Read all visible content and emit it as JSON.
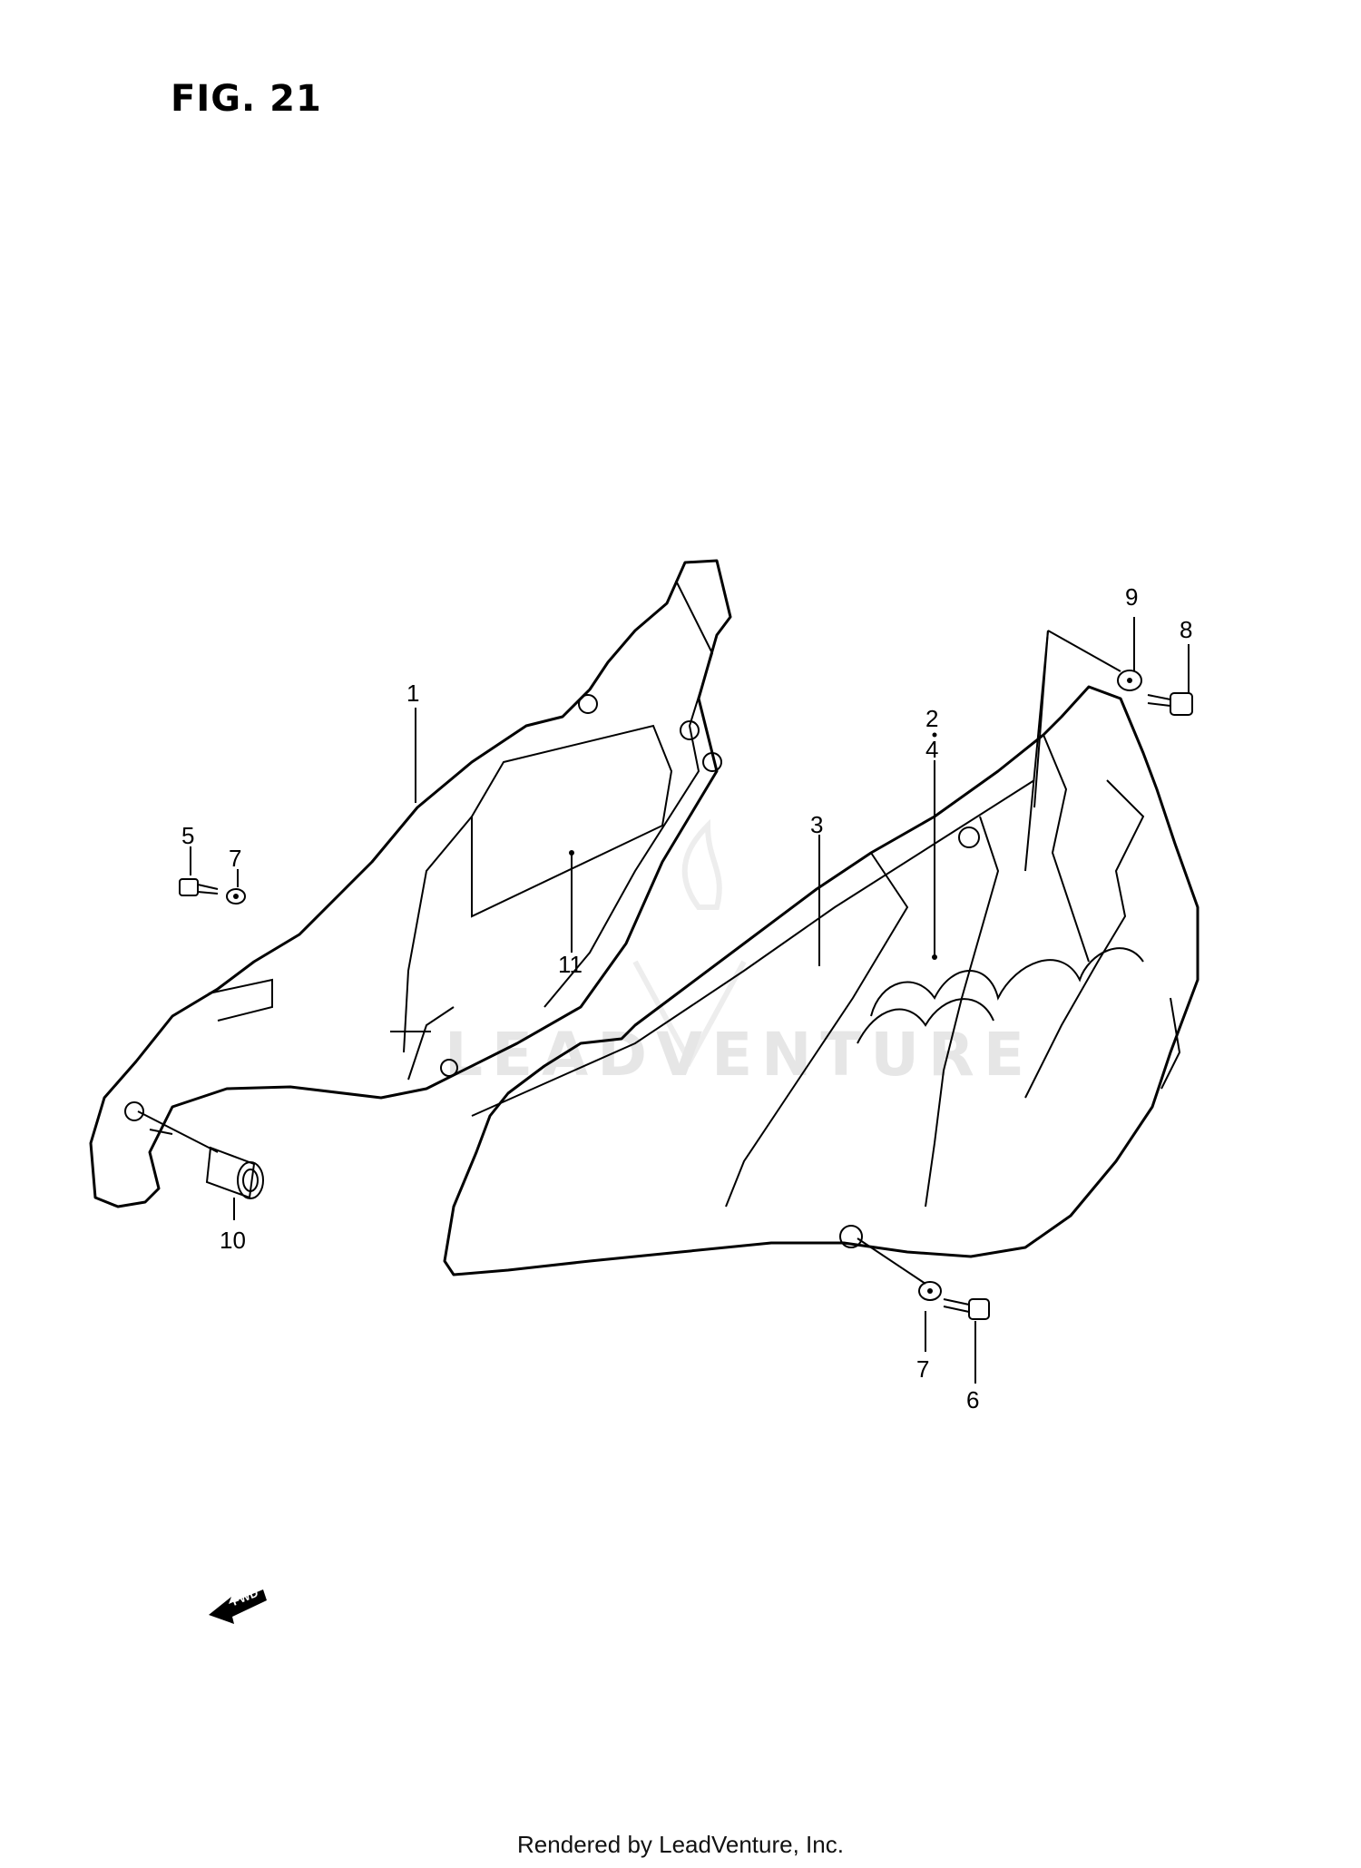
{
  "figure": {
    "title": "FIG. 21"
  },
  "callouts": [
    {
      "id": "c1",
      "label": "1"
    },
    {
      "id": "c2",
      "label": "2"
    },
    {
      "id": "c3",
      "label": "3"
    },
    {
      "id": "c4",
      "label": "4"
    },
    {
      "id": "c5",
      "label": "5"
    },
    {
      "id": "c6",
      "label": "6"
    },
    {
      "id": "c7a",
      "label": "7"
    },
    {
      "id": "c7b",
      "label": "7"
    },
    {
      "id": "c8",
      "label": "8"
    },
    {
      "id": "c9",
      "label": "9"
    },
    {
      "id": "c10",
      "label": "10"
    },
    {
      "id": "c11",
      "label": "11"
    }
  ],
  "direction_marker": {
    "label": "FWD"
  },
  "watermark": {
    "text": "LEADVENTURE"
  },
  "footer": {
    "text": "Rendered by LeadVenture, Inc."
  }
}
